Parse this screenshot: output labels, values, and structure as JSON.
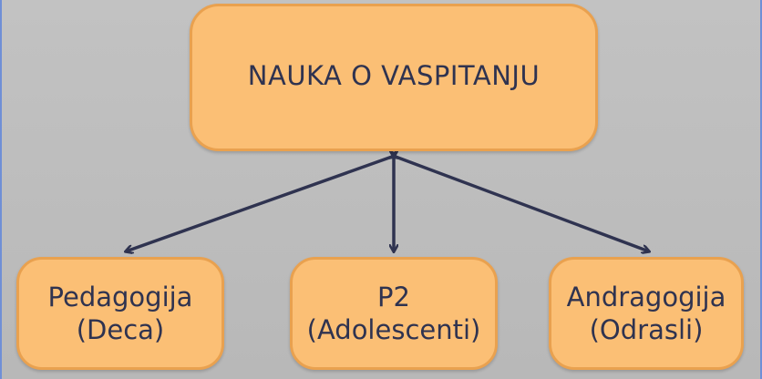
{
  "diagram": {
    "top_node": {
      "label": "NAUKA O VASPITANJU"
    },
    "children": [
      {
        "line1": "Pedagogija",
        "line2": "(Deca)"
      },
      {
        "line1": "P2",
        "line2": "(Adolescenti)"
      },
      {
        "line1": "Andragogija",
        "line2": "(Odrasli)"
      }
    ],
    "colors": {
      "background": "#bcbcbc",
      "node_fill": "#fbbf75",
      "node_border": "#e9a14f",
      "arrow": "#2f3350",
      "text": "#2f3350"
    }
  }
}
